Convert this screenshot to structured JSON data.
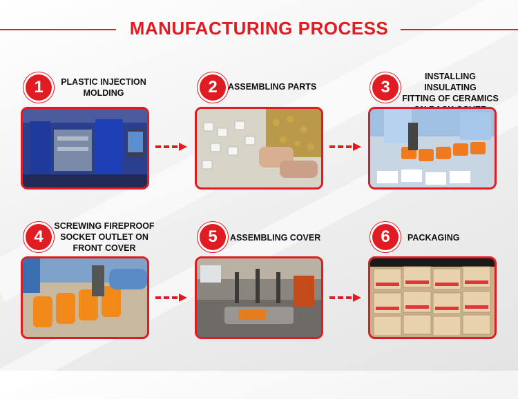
{
  "header": {
    "title": "MANUFACTURING PROCESS"
  },
  "steps": [
    {
      "number": "1",
      "label_lines": [
        "PLASTIC INJECTION",
        "MOLDING"
      ]
    },
    {
      "number": "2",
      "label_lines": [
        "ASSEMBLING PARTS"
      ]
    },
    {
      "number": "3",
      "label_lines": [
        "INSTALLING INSULATING",
        "FITTING OF CERAMICS",
        "ON BACK COVER"
      ]
    },
    {
      "number": "4",
      "label_lines": [
        "SCREWING FIREPROOF",
        "SOCKET OUTLET ON",
        "FRONT COVER"
      ]
    },
    {
      "number": "5",
      "label_lines": [
        "ASSEMBLING COVER"
      ]
    },
    {
      "number": "6",
      "label_lines": [
        "PACKAGING"
      ]
    }
  ],
  "colors": {
    "accent": "#e01b22",
    "text": "#111111",
    "background": "#f1f1f1"
  },
  "icons": [
    "dashed-arrow-icon"
  ]
}
